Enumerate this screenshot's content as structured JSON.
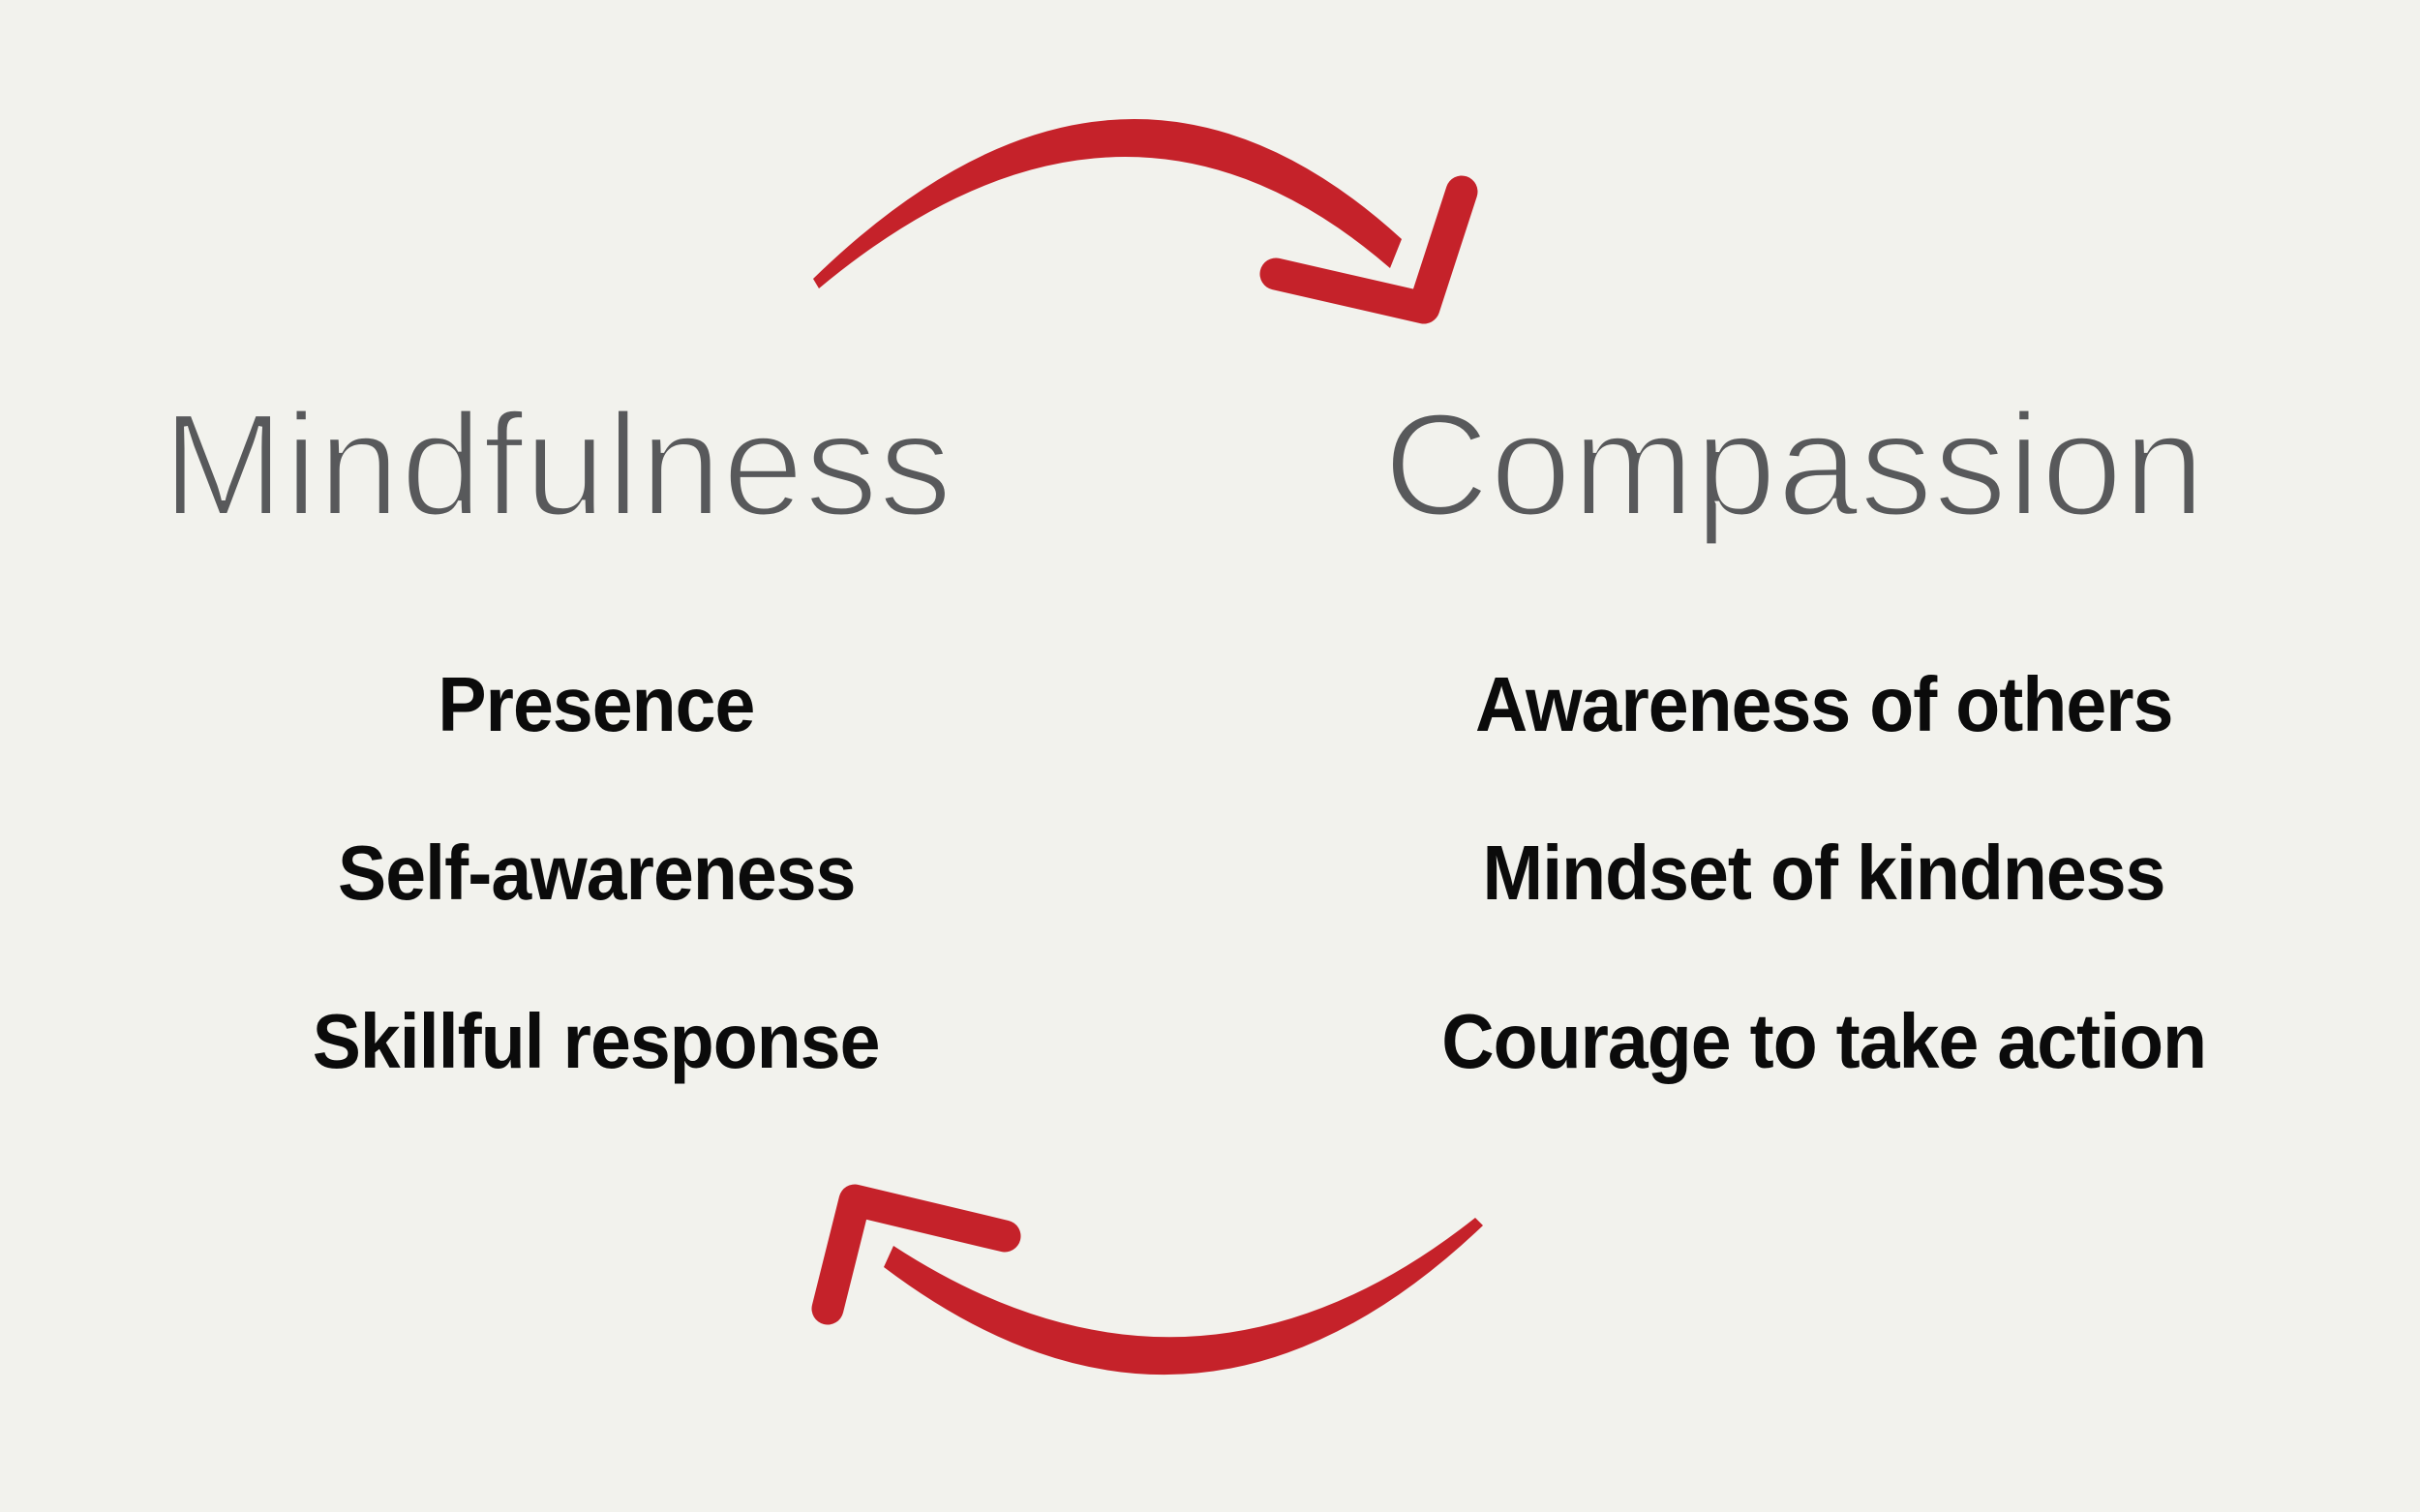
{
  "theme": {
    "bg": "#f2f2ed",
    "accent": "#c5222a",
    "title_color": "#58595b",
    "item_color": "#0b0b0b"
  },
  "diagram": {
    "kind": "two-concept cycle",
    "left": {
      "title": "Mindfulness",
      "items": [
        "Presence",
        "Self-awareness",
        "Skillful response"
      ]
    },
    "right": {
      "title": "Compassion",
      "items": [
        "Awareness of others",
        "Mindset of kindness",
        "Courage to take action"
      ]
    },
    "icons": {
      "top_arrow": "red-curved-arrow-left-to-right",
      "bottom_arrow": "red-curved-arrow-right-to-left"
    }
  }
}
